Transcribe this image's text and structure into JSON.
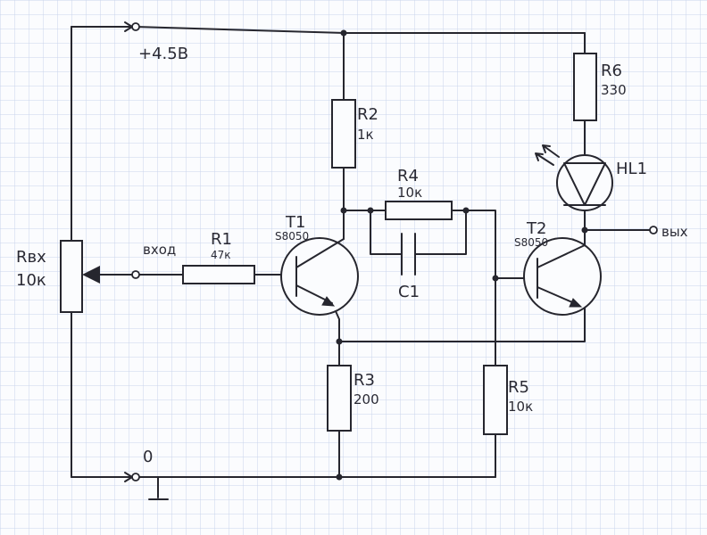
{
  "supply": {
    "label": "+4.5В"
  },
  "ground": {
    "label": "0"
  },
  "input": {
    "label": "вход"
  },
  "output": {
    "label": "вых"
  },
  "rvx": {
    "name": "Rвх",
    "value": "10к"
  },
  "r1": {
    "name": "R1",
    "value": "47к"
  },
  "r2": {
    "name": "R2",
    "value": "1к"
  },
  "r3": {
    "name": "R3",
    "value": "200"
  },
  "r4": {
    "name": "R4",
    "value": "10к"
  },
  "r5": {
    "name": "R5",
    "value": "10к"
  },
  "r6": {
    "name": "R6",
    "value": "330"
  },
  "c1": {
    "name": "C1"
  },
  "t1": {
    "name": "T1",
    "model": "S8050"
  },
  "t2": {
    "name": "T2",
    "model": "S8050"
  },
  "led": {
    "name": "HL1"
  },
  "colors": {
    "ink": "#26262e",
    "grid": "#c9d4ec",
    "paper": "#fbfcfe"
  }
}
